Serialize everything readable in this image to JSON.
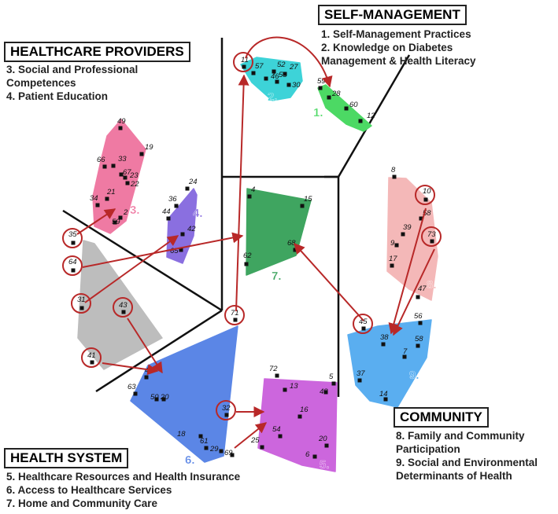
{
  "categories": {
    "self_management": {
      "title": "SELF-MANAGEMENT",
      "items": [
        "1. Self-Management Practices",
        "2. Knowledge on Diabetes",
        "Management & Health Literacy"
      ]
    },
    "healthcare_providers": {
      "title": "HEALTHCARE PROVIDERS",
      "items": [
        "3. Social and Professional",
        "Competences",
        "4. Patient Education"
      ]
    },
    "health_system": {
      "title": "HEALTH SYSTEM",
      "items": [
        "5. Healthcare Resources and Health Insurance",
        "6. Access to Healthcare Services",
        "7. Home and Community Care"
      ]
    },
    "community": {
      "title": "COMMUNITY",
      "items": [
        "8. Family and Community",
        "Participation",
        "9. Social and Environmental",
        "Determinants of Health"
      ]
    }
  },
  "clusters": [
    {
      "id": "1.",
      "label": "1.",
      "color": "#4cd964"
    },
    {
      "id": "2.",
      "label": "2.",
      "color": "#3dd3d8"
    },
    {
      "id": "3.",
      "label": "3.",
      "color": "#ef7aa3"
    },
    {
      "id": "4.",
      "label": "4.",
      "color": "#8a6fe0"
    },
    {
      "id": "5.",
      "label": "5.",
      "color": "#cc66dd"
    },
    {
      "id": "6.",
      "label": "6.",
      "color": "#5b86e6"
    },
    {
      "id": "7.",
      "label": "7.",
      "color": "#3fa560"
    },
    {
      "id": "8.",
      "label": "8.",
      "color": "#f4b8b8"
    },
    {
      "id": "9.",
      "label": "9.",
      "color": "#5aaef0"
    },
    {
      "id": "gray",
      "label": "",
      "color": "#bdbdbd"
    }
  ],
  "points": [
    {
      "label": "11",
      "circled": true
    },
    {
      "label": "57"
    },
    {
      "label": "46"
    },
    {
      "label": "52"
    },
    {
      "label": "27"
    },
    {
      "label": "53"
    },
    {
      "label": "30"
    },
    {
      "label": "59"
    },
    {
      "label": "28"
    },
    {
      "label": "60"
    },
    {
      "label": "12"
    },
    {
      "label": "49"
    },
    {
      "label": "19"
    },
    {
      "label": "66"
    },
    {
      "label": "33"
    },
    {
      "label": "67"
    },
    {
      "label": "23"
    },
    {
      "label": "22"
    },
    {
      "label": "21"
    },
    {
      "label": "34"
    },
    {
      "label": "2"
    },
    {
      "label": "59"
    },
    {
      "label": "24"
    },
    {
      "label": "36"
    },
    {
      "label": "44"
    },
    {
      "label": "42"
    },
    {
      "label": "65"
    },
    {
      "label": "4"
    },
    {
      "label": "15"
    },
    {
      "label": "68"
    },
    {
      "label": "62"
    },
    {
      "label": "8"
    },
    {
      "label": "10",
      "circled": true
    },
    {
      "label": "58"
    },
    {
      "label": "39"
    },
    {
      "label": "9"
    },
    {
      "label": "73",
      "circled": true
    },
    {
      "label": "17"
    },
    {
      "label": "47"
    },
    {
      "label": "56"
    },
    {
      "label": "38"
    },
    {
      "label": "58"
    },
    {
      "label": "7"
    },
    {
      "label": "37"
    },
    {
      "label": "14"
    },
    {
      "label": "45",
      "circled": true
    },
    {
      "label": "35",
      "circled": true
    },
    {
      "label": "64",
      "circled": true
    },
    {
      "label": "31",
      "circled": true
    },
    {
      "label": "43",
      "circled": true
    },
    {
      "label": "41",
      "circled": true
    },
    {
      "label": "71",
      "circled": true
    },
    {
      "label": "40"
    },
    {
      "label": "63"
    },
    {
      "label": "50"
    },
    {
      "label": "20"
    },
    {
      "label": "18"
    },
    {
      "label": "61"
    },
    {
      "label": "29"
    },
    {
      "label": "69"
    },
    {
      "label": "32",
      "circled": true
    },
    {
      "label": "72"
    },
    {
      "label": "5"
    },
    {
      "label": "13"
    },
    {
      "label": "48"
    },
    {
      "label": "16"
    },
    {
      "label": "54"
    },
    {
      "label": "25"
    },
    {
      "label": "20"
    },
    {
      "label": "6"
    }
  ],
  "arrows": [
    {
      "from": "64",
      "to": "7."
    },
    {
      "from": "35",
      "to": "3."
    },
    {
      "from": "31",
      "to": "4."
    },
    {
      "from": "43",
      "to": "6."
    },
    {
      "from": "41",
      "to": "6."
    },
    {
      "from": "71",
      "to": "11"
    },
    {
      "from": "11",
      "to": "1."
    },
    {
      "from": "32",
      "to": "5."
    },
    {
      "from": "69",
      "to": "5."
    },
    {
      "from": "10",
      "to": "45"
    },
    {
      "from": "73",
      "to": "45"
    },
    {
      "from": "45",
      "to": "7."
    }
  ]
}
